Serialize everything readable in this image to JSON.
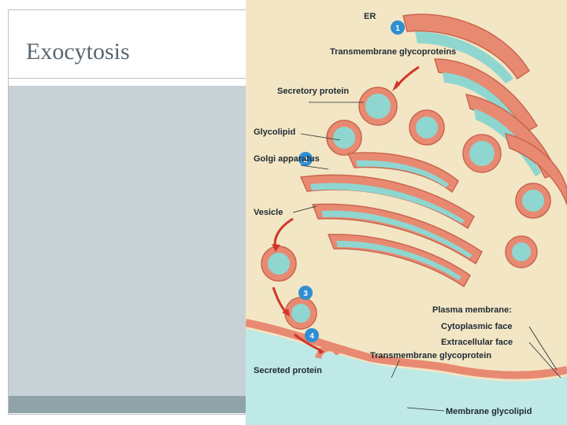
{
  "slide": {
    "title": "Exocytosis"
  },
  "diagram": {
    "labels": {
      "er": "ER",
      "transmembrane_glycoproteins": "Transmembrane glycoproteins",
      "secretory_protein": "Secretory protein",
      "glycolipid": "Glycolipid",
      "golgi_apparatus": "Golgi apparatus",
      "vesicle": "Vesicle",
      "plasma_membrane": "Plasma membrane:",
      "cytoplasmic_face": "Cytoplasmic face",
      "extracellular_face": "Extracellular face",
      "transmembrane_glycoprotein": "Transmembrane glycoprotein",
      "secreted_protein": "Secreted protein",
      "membrane_glycolipid": "Membrane glycolipid"
    },
    "steps": [
      "1",
      "2",
      "3",
      "4"
    ],
    "colors": {
      "cytoplasm": "#f3e6c4",
      "membrane": "#e88a72",
      "lumen": "#8fd6d0",
      "extracellular": "#bfe9e6",
      "step_circle": "#2f8fd0",
      "arrow": "#d2352a"
    }
  }
}
